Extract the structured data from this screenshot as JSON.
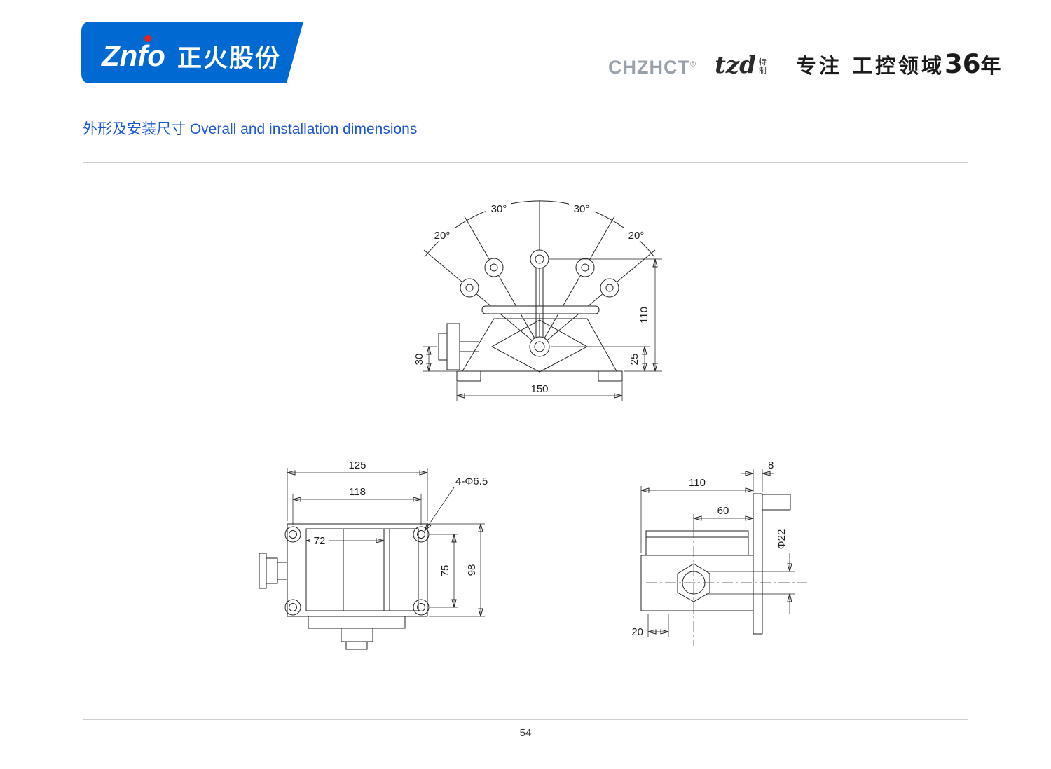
{
  "colors": {
    "banner_blue": "#0069d2",
    "logo_red": "#e8211d",
    "title_blue": "#1c57d6",
    "brand_gray": "#98a2ac",
    "ink": "#1d1d1d"
  },
  "header": {
    "logo_en": "Znfo",
    "logo_cn": "正火股份",
    "brand": "CHZHCT",
    "brand_reg": "®",
    "brand2": "tzd",
    "brand2_tag_top": "特",
    "brand2_tag_bottom": "制",
    "slogan_prefix": "专注 工控领域",
    "slogan_number": "36",
    "slogan_suffix": "年"
  },
  "title": "外形及安装尺寸 Overall and installation dimensions",
  "footer": {
    "page_number": "54"
  },
  "drawings": {
    "front_view": {
      "angles": {
        "left_outer": "20°",
        "left_inner": "30°",
        "right_inner": "30°",
        "right_outer": "20°"
      },
      "dims": {
        "total_height": "110",
        "lever_height": "30",
        "base_height": "25",
        "base_width": "150"
      }
    },
    "top_view": {
      "dims": {
        "overall_width": "125",
        "hole_spacing_h": "118",
        "inner_width": "72",
        "hole_spacing_v": "75",
        "overall_height": "98",
        "holes": "4-Φ6.5"
      }
    },
    "side_view": {
      "dims": {
        "flange_thickness": "8",
        "overall_width": "110",
        "center_to_flange": "60",
        "shaft_dia": "Φ22",
        "foot_offset": "20"
      }
    }
  }
}
